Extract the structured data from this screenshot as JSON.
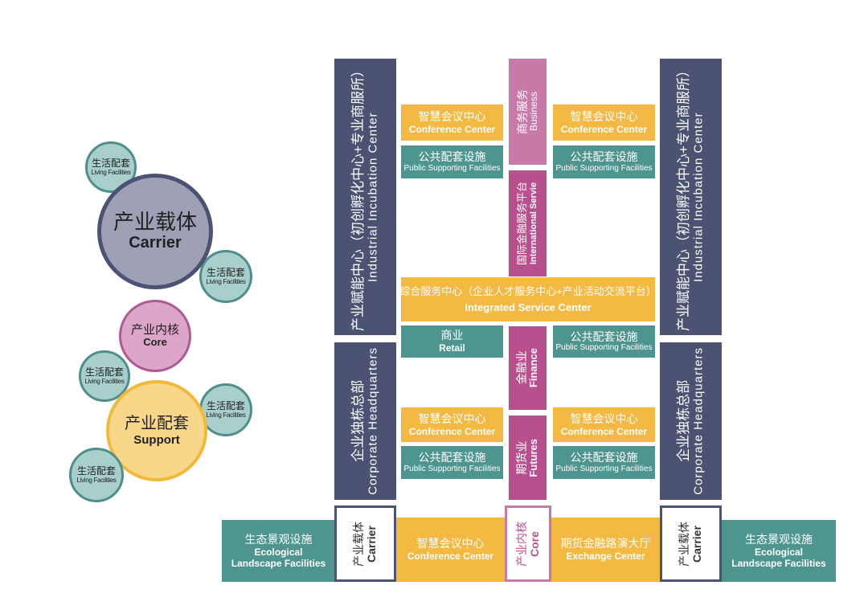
{
  "legend": {
    "carrier": {
      "zh": "产业载体",
      "en": "Carrier"
    },
    "core": {
      "zh": "产业内核",
      "en": "Core"
    },
    "support": {
      "zh": "产业配套",
      "en": "Support"
    },
    "living": {
      "zh": "生活配套",
      "en": "Living Facilities"
    }
  },
  "incubation": {
    "zh": "产业赋能中心（初创孵化中心+专业商服所）",
    "en": "Industrial Incubation Center"
  },
  "hq": {
    "zh": "企业独栋总部",
    "en": "Corporate Headquarters"
  },
  "carrier_box": {
    "zh": "产业载体",
    "en": "Carrier"
  },
  "core_box": {
    "zh": "产业内核",
    "en": "Core"
  },
  "business": {
    "zh": "商务服务",
    "en": "Business"
  },
  "intl": {
    "zh": "国际金融服务平台",
    "en": "International Servie"
  },
  "finance": {
    "zh": "金融业",
    "en": "Finance"
  },
  "futures": {
    "zh": "期货业",
    "en": "Futures"
  },
  "conference": {
    "zh": "智慧会议中心",
    "en": "Conference Center"
  },
  "public": {
    "zh": "公共配套设施",
    "en": "Public Supporting Facilities"
  },
  "integrated": {
    "zh": "综合服务中心（企业人才服务中心+产业活动交流平台）",
    "en": "Integrated Service Center"
  },
  "retail": {
    "zh": "商业",
    "en": "Retail"
  },
  "exchange": {
    "zh": "期货金融路演大厅",
    "en": "Exchange Center"
  },
  "eco": {
    "zh": "生态景观设施",
    "en": "Ecological Landscape Facilities"
  },
  "colors": {
    "navy": "#4b5272",
    "yellow": "#f4b942",
    "teal": "#4e9590",
    "pink": "#c77aa8",
    "magenta": "#b8508e"
  }
}
